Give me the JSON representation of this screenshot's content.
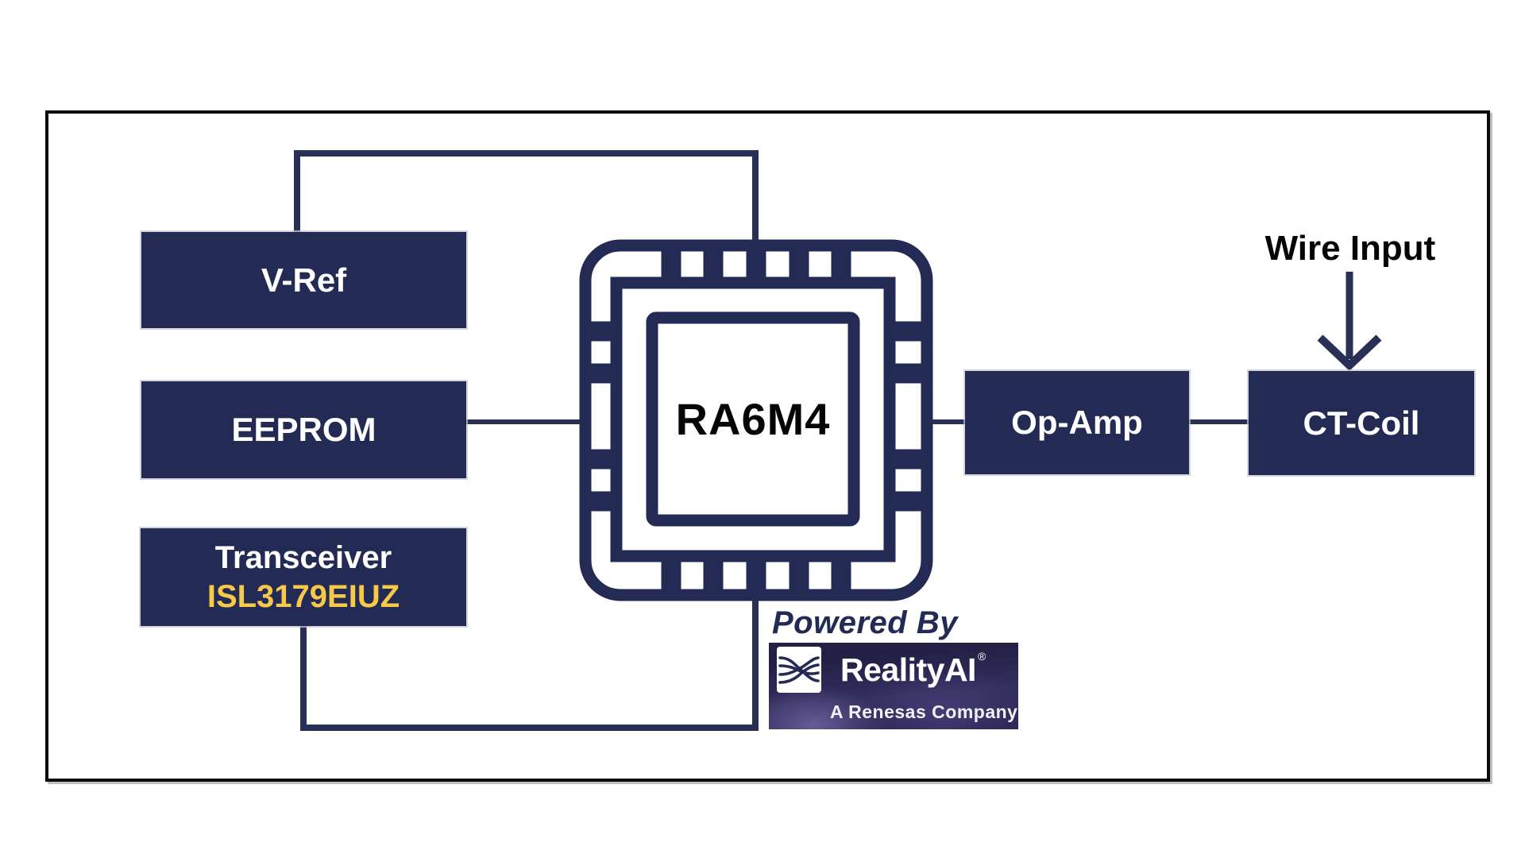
{
  "blocks": {
    "vref": {
      "label": "V-Ref"
    },
    "eeprom": {
      "label": "EEPROM"
    },
    "transceiver": {
      "label": "Transceiver",
      "part_number": "ISL3179EIUZ"
    },
    "mcu": {
      "label": "RA6M4"
    },
    "opamp": {
      "label": "Op-Amp"
    },
    "ctcoil": {
      "label": "CT-Coil"
    }
  },
  "annotations": {
    "wire_input": "Wire Input",
    "powered_by": "Powered By"
  },
  "logo": {
    "brand": "RealityAI",
    "registered_mark": "®",
    "tagline": "A Renesas Company"
  },
  "colors": {
    "navy": "#232B54",
    "trace": "#283055",
    "yellow": "#F6C94A",
    "ink": "#050505",
    "frame": "#0B0B0B",
    "logo-bg1": "#232046",
    "logo-bg2": "#332E5E"
  }
}
